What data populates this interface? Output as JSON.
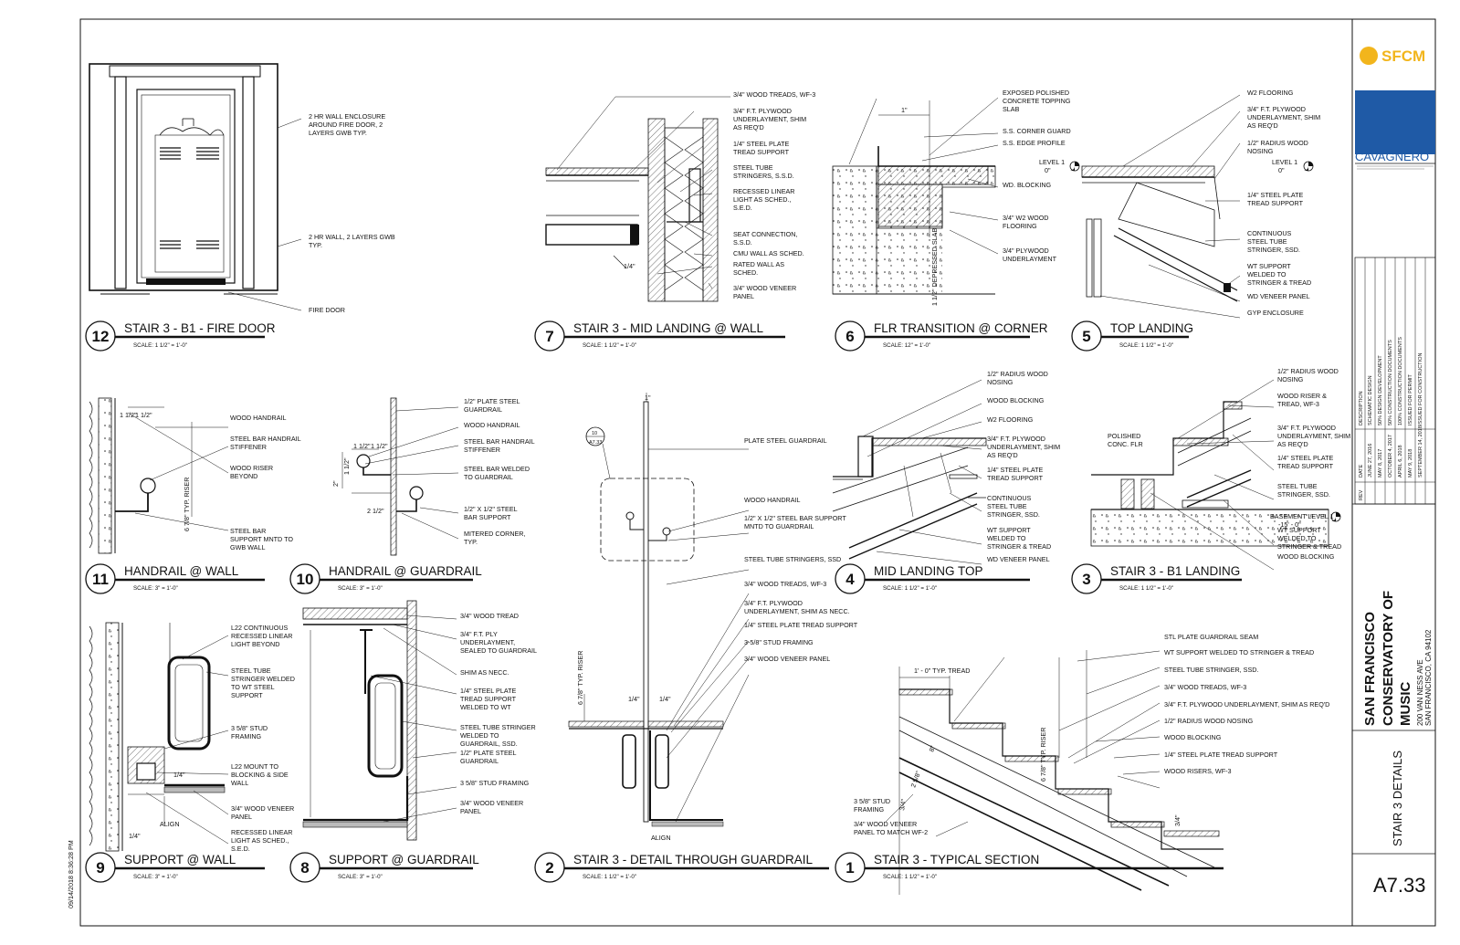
{
  "sheet": {
    "timestamp": "09/14/2018 8:36:28 PM",
    "number": "A7.33",
    "title": "STAIR 3 DETAILS"
  },
  "title_block": {
    "client_logo": "SFCM",
    "architect_logo": "CAVAGNERO",
    "project_name": "SAN FRANCISCO CONSERVATORY OF MUSIC",
    "address_line_1": "200 VAN NESS AVE",
    "address_line_2": "SAN FRANCISCO, CA 94102",
    "revision_headers": {
      "rev": "REV",
      "date": "DATE",
      "description": "DESCRIPTION"
    },
    "revisions": [
      {
        "date": "JUNE 27, 2016",
        "description": "SCHEMATIC DESIGN"
      },
      {
        "date": "MAY 8, 2017",
        "description": "50% DESIGN DEVELOPMENT"
      },
      {
        "date": "OCTOBER 4, 2017",
        "description": "50% CONSTRUCTION DOCUMENTS"
      },
      {
        "date": "APRIL 6, 2018",
        "description": "100% CONSTRUCTION DOCUMENTS"
      },
      {
        "date": "MAY 9, 2018",
        "description": "ISSUED FOR PERMIT"
      },
      {
        "date": "SEPTEMBER 14, 2018",
        "description": "ISSUED FOR CONSTRUCTION"
      }
    ]
  },
  "details": [
    {
      "num": "12",
      "title": "STAIR 3 - B1 - FIRE DOOR",
      "scale": "SCALE:  1 1/2\" = 1'-0\"",
      "notes": [
        [
          "2 HR WALL ENCLOSURE",
          "AROUND FIRE DOOR, 2",
          "LAYERS GWB TYP."
        ],
        [
          "2 HR WALL, 2 LAYERS GWB",
          "TYP."
        ],
        [
          "FIRE DOOR"
        ]
      ]
    },
    {
      "num": "7",
      "title": "STAIR 3 - MID LANDING @ WALL",
      "scale": "SCALE:  1 1/2\" = 1'-0\"",
      "notes": [
        [
          "3/4\" WOOD TREADS, WF-3"
        ],
        [
          "3/4\" F.T. PLYWOOD",
          "UNDERLAYMENT, SHIM",
          "AS REQ'D"
        ],
        [
          "1/4\" STEEL PLATE",
          "TREAD SUPPORT"
        ],
        [
          "STEEL TUBE",
          "STRINGERS, S.S.D."
        ],
        [
          "RECESSED LINEAR",
          "LIGHT AS SCHED.,",
          "S.E.D."
        ],
        [
          "SEAT CONNECTION,",
          "S.S.D."
        ],
        [
          "CMU WALL AS SCHED."
        ],
        [
          "RATED WALL AS",
          "SCHED."
        ],
        [
          "3/4\" WOOD VENEER",
          "PANEL"
        ]
      ]
    },
    {
      "num": "6",
      "title": "FLR TRANSITION @ CORNER",
      "scale": "SCALE:  12\" = 1'-0\"",
      "notes": [
        [
          "EXPOSED POLISHED",
          "CONCRETE TOPPING",
          "SLAB"
        ],
        [
          "S.S. CORNER GUARD"
        ],
        [
          "S.S. EDGE PROFILE"
        ],
        [
          "WD. BLOCKING"
        ],
        [
          "3/4\" W2 WOOD",
          "FLOORING"
        ],
        [
          "3/4\" PLYWOOD",
          "UNDERLAYMENT"
        ]
      ]
    },
    {
      "num": "5",
      "title": "TOP LANDING",
      "scale": "SCALE:  1 1/2\" = 1'-0\"",
      "notes": [
        [
          "W2 FLOORING"
        ],
        [
          "3/4\" F.T. PLYWOOD",
          "UNDERLAYMENT, SHIM",
          "AS REQ'D"
        ],
        [
          "1/2\" RADIUS WOOD",
          "NOSING"
        ],
        [
          "1/4\" STEEL PLATE",
          "TREAD SUPPORT"
        ],
        [
          "CONTINUOUS",
          "STEEL TUBE",
          "STRINGER, SSD."
        ],
        [
          "WT SUPPORT",
          "WELDED TO",
          "STRINGER & TREAD"
        ],
        [
          "WD VENEER PANEL"
        ],
        [
          "GYP ENCLOSURE"
        ]
      ]
    },
    {
      "num": "11",
      "title": "HANDRAIL @ WALL",
      "scale": "SCALE:  3\" = 1'-0\"",
      "notes": [
        [
          "WOOD HANDRAIL"
        ],
        [
          "STEEL BAR HANDRAIL",
          "STIFFENER"
        ],
        [
          "WOOD RISER",
          "BEYOND"
        ],
        [
          "STEEL BAR",
          "SUPPORT MNTD TO",
          "GWB WALL"
        ]
      ]
    },
    {
      "num": "10",
      "title": "HANDRAIL @ GUARDRAIL",
      "scale": "SCALE:  3\" = 1'-0\"",
      "notes": [
        [
          "1/2\" PLATE STEEL",
          "GUARDRAIL"
        ],
        [
          "WOOD HANDRAIL"
        ],
        [
          "STEEL BAR HANDRAIL",
          "STIFFENER"
        ],
        [
          "STEEL BAR WELDED",
          "TO GUARDRAIL"
        ],
        [
          "1/2\" X 1/2\" STEEL",
          "BAR SUPPORT"
        ],
        [
          "MITERED CORNER,",
          "TYP."
        ]
      ]
    },
    {
      "num": "4",
      "title": "MID LANDING TOP",
      "scale": "SCALE:  1 1/2\" = 1'-0\"",
      "notes": [
        [
          "1/2\" RADIUS WOOD",
          "NOSING"
        ],
        [
          "WOOD BLOCKING"
        ],
        [
          "W2 FLOORING"
        ],
        [
          "3/4\" F.T. PLYWOOD",
          "UNDERLAYMENT, SHIM",
          "AS REQ'D"
        ],
        [
          "1/4\" STEEL PLATE",
          "TREAD SUPPORT"
        ],
        [
          "CONTINUOUS",
          "STEEL TUBE",
          "STRINGER, SSD."
        ],
        [
          "WT SUPPORT",
          "WELDED TO",
          "STRINGER & TREAD"
        ],
        [
          "WD VENEER PANEL"
        ]
      ]
    },
    {
      "num": "3",
      "title": "STAIR 3 - B1 LANDING",
      "scale": "SCALE:  1 1/2\" = 1'-0\"",
      "notes": [
        [
          "1/2\" RADIUS WOOD",
          "NOSING"
        ],
        [
          "WOOD RISER &",
          "TREAD, WF-3"
        ],
        [
          "3/4\" F.T. PLYWOOD",
          "UNDERLAYMENT, SHIM",
          "AS REQ'D"
        ],
        [
          "1/4\" STEEL PLATE",
          "TREAD SUPPORT"
        ],
        [
          "STEEL TUBE",
          "STRINGER, SSD."
        ],
        [
          "WT SUPPORT",
          "WELDED TO",
          "STRINGER & TREAD"
        ],
        [
          "WOOD BLOCKING"
        ]
      ]
    },
    {
      "num": "9",
      "title": "SUPPORT @ WALL",
      "scale": "SCALE:  3\" = 1'-0\"",
      "notes": [
        [
          "L22 CONTINUOUS",
          "RECESSED LINEAR",
          "LIGHT BEYOND"
        ],
        [
          "STEEL TUBE",
          "STRINGER WELDED",
          "TO WT STEEL",
          "SUPPORT"
        ],
        [
          "3 5/8\" STUD",
          "FRAMING"
        ],
        [
          "L22 MOUNT TO",
          "BLOCKING & SIDE",
          "WALL"
        ],
        [
          "3/4\" WOOD VENEER",
          "PANEL"
        ],
        [
          "RECESSED LINEAR",
          "LIGHT AS SCHED.,",
          "S.E.D."
        ]
      ]
    },
    {
      "num": "8",
      "title": "SUPPORT @ GUARDRAIL",
      "scale": "SCALE:  3\" = 1'-0\"",
      "notes": [
        [
          "3/4\" WOOD TREAD"
        ],
        [
          "3/4\" F.T. PLY",
          "UNDERLAYMENT,",
          "SEALED TO GUARDRAIL"
        ],
        [
          "SHIM AS NECC."
        ],
        [
          "1/4\" STEEL PLATE",
          "TREAD SUPPORT",
          "WELDED TO WT"
        ],
        [
          "STEEL TUBE STRINGER",
          "WELDED TO",
          "GUARDRAIL, SSD."
        ],
        [
          "1/2\" PLATE STEEL",
          "GUARDRAIL"
        ],
        [
          "3 5/8\" STUD FRAMING"
        ],
        [
          "3/4\" WOOD VENEER",
          "PANEL"
        ]
      ]
    },
    {
      "num": "2",
      "title": "STAIR 3 - DETAIL THROUGH GUARDRAIL",
      "scale": "SCALE:  1 1/2\" = 1'-0\"",
      "notes": [
        [
          "PLATE STEEL GUARDRAIL"
        ],
        [
          "WOOD HANDRAIL"
        ],
        [
          "1/2\" X 1/2\" STEEL BAR SUPPORT",
          "MNTD TO GUARDRAIL"
        ],
        [
          "STEEL TUBE STRINGERS, SSD"
        ],
        [
          "3/4\" WOOD TREADS, WF-3"
        ],
        [
          "3/4\" F.T. PLYWOOD",
          "UNDERLAYMENT, SHIM AS NECC."
        ],
        [
          "1/4\" STEEL PLATE TREAD SUPPORT"
        ],
        [
          "3-5/8\" STUD FRAMING"
        ],
        [
          "3/4\" WOOD VENEER PANEL"
        ]
      ]
    },
    {
      "num": "1",
      "title": "STAIR 3 - TYPICAL SECTION",
      "scale": "SCALE:  1 1/2\" = 1'-0\"",
      "notes": [
        [
          "STL PLATE GUARDRAIL SEAM"
        ],
        [
          "WT SUPPORT WELDED TO STRINGER & TREAD"
        ],
        [
          "STEEL TUBE STRINGER, SSD."
        ],
        [
          "3/4\" WOOD TREADS, WF-3"
        ],
        [
          "3/4\" F.T. PLYWOOD UNDERLAYMENT, SHIM AS REQ'D"
        ],
        [
          "1/2\" RADIUS WOOD NOSING"
        ],
        [
          "WOOD BLOCKING"
        ],
        [
          "1/4\" STEEL PLATE TREAD SUPPORT"
        ],
        [
          "WOOD RISERS, WF-3"
        ],
        [
          "3 5/8\" STUD",
          "FRAMING"
        ],
        [
          "3/4\" WOOD VENEER",
          "PANEL TO MATCH WF-2"
        ]
      ]
    }
  ],
  "dims": {
    "d12_door": "",
    "d7_dim": "1/4\"",
    "d6_top": "1\"",
    "d6_level": "LEVEL 1",
    "d6_level_val": "0\"",
    "d6_slab": "1 1/2\" DEPRESSED SLAB",
    "d5_level": "LEVEL 1",
    "d5_level_val": "0\"",
    "d11_a": "1 1/2\"",
    "d11_b": "1 1/2\"",
    "d11_riser": "6 7/8\" TYP. RISER",
    "d10_a": "1 1/2\"",
    "d10_b": "1 1/2\"",
    "d10_c": "1 1/2\"",
    "d10_d": "2\"",
    "d10_e": "2 1/2\"",
    "d3_floor": [
      "POLISHED",
      "CONC. FLR"
    ],
    "d3_level": "BASEMENT LEVEL 1",
    "d3_level_val": "-15' - 0\"",
    "d9_a": "1/4\"",
    "d9_b": "1/4\"",
    "d9_align": "ALIGN",
    "d2_top": "1\"",
    "d2_ref_top": "10",
    "d2_ref_bot": "A7.33",
    "d2_riser": "6 7/8\" TYP. RISER",
    "d2_a": "1/4\"",
    "d2_b": "1/4\"",
    "d2_align": "ALIGN",
    "d1_tread": "1' - 0\" TYP. TREAD",
    "d1_riser": "6 7/8\" TYP. RISER",
    "d1_a": "8\"",
    "d1_b": "2 5/8\"",
    "d1_c": "3/4\"",
    "d1_d": "3/4\""
  }
}
